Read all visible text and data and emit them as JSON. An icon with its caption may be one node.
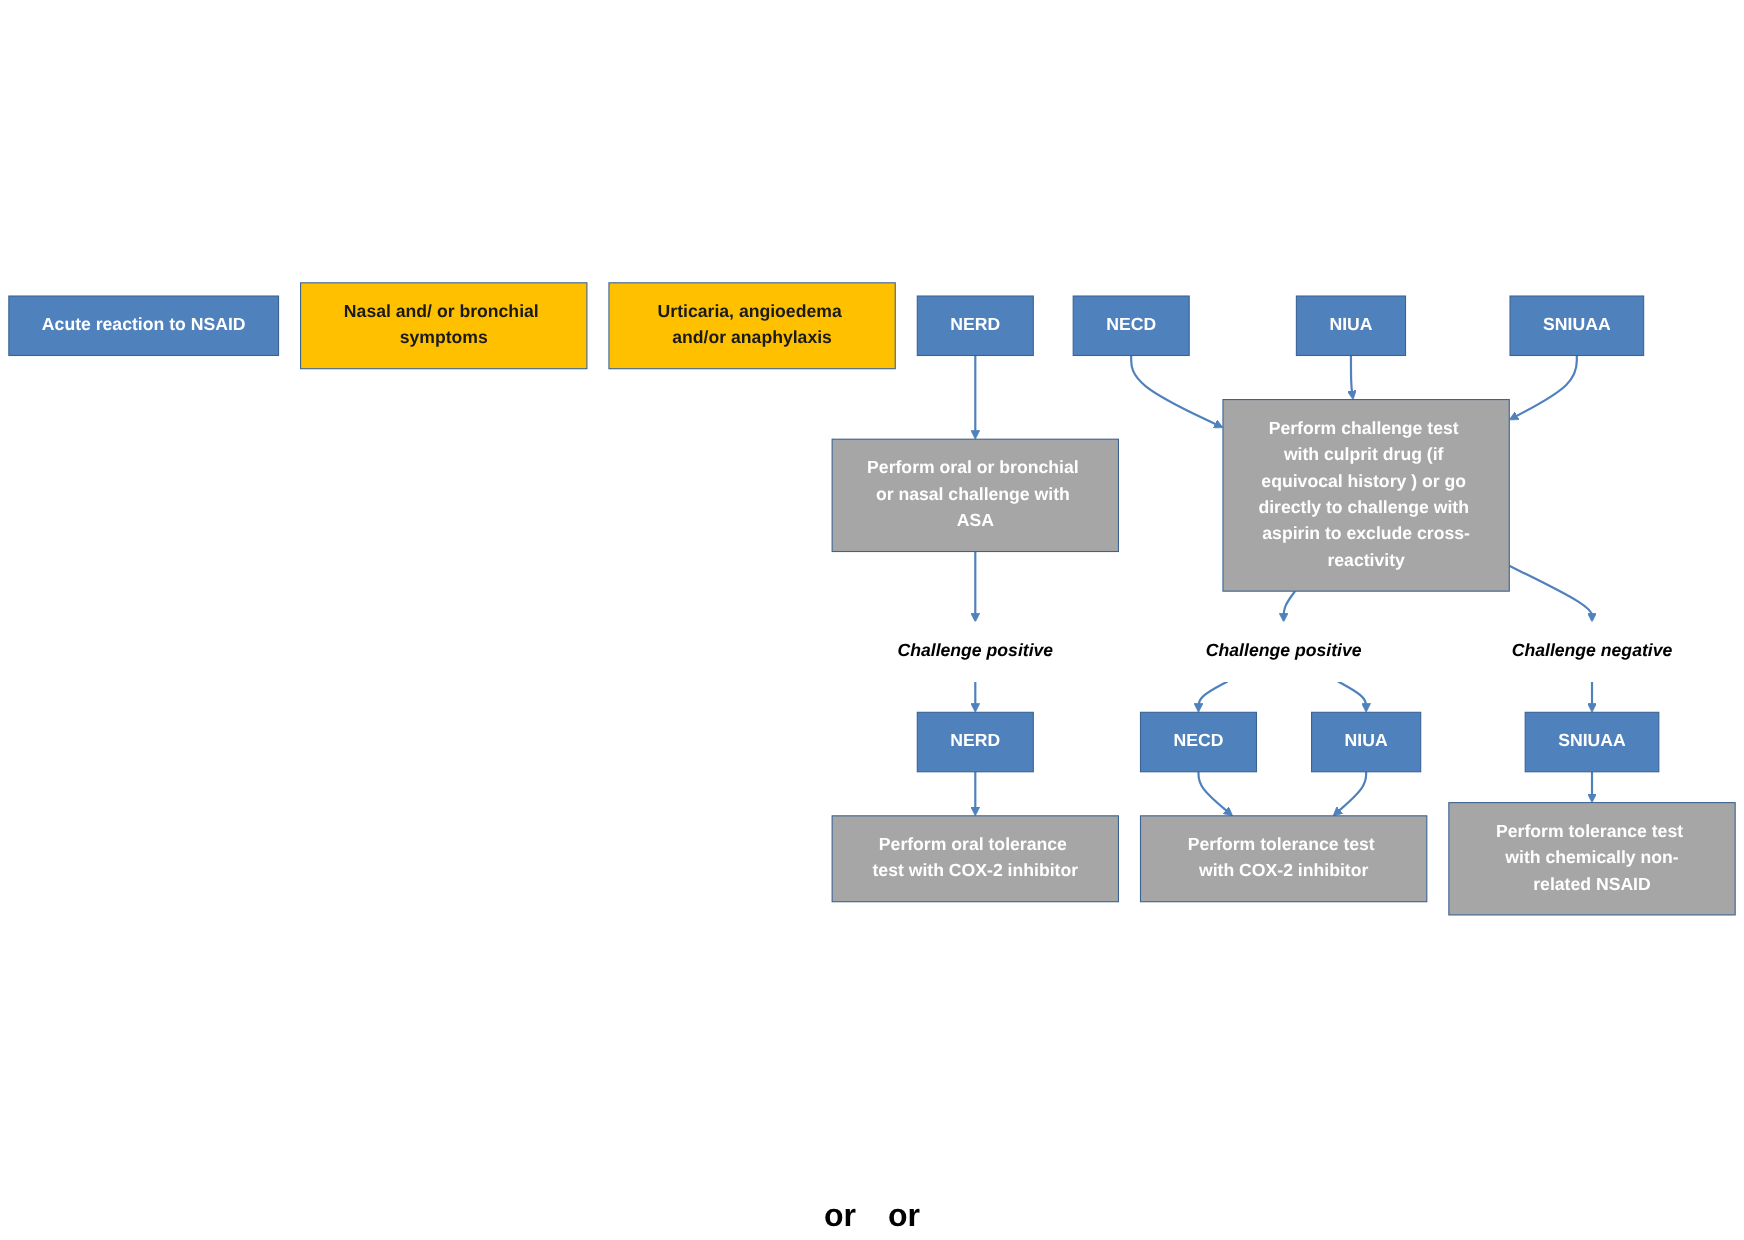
{
  "diagram": {
    "nodes": [
      {
        "text": [
          "Acute reaction to NSAID"
        ]
      },
      {
        "text": [
          "Nasal and/ or bronchial symptoms"
        ]
      },
      {
        "text": [
          "Urticaria, angioedema and/or anaphylaxis"
        ]
      },
      {
        "text": [
          "NERD"
        ]
      },
      {
        "text": [
          "Perform oral or bronchial or nasal challenge with ASA"
        ]
      },
      {
        "text": [
          "Challenge positive"
        ]
      },
      {
        "text": [
          "NERD"
        ]
      },
      {
        "text": [
          "Perform oral tolerance test with COX-2 inhibitor"
        ]
      },
      {
        "text": [
          "NECD"
        ]
      },
      {
        "text": [
          "NIUA"
        ]
      },
      {
        "text": [
          "SNIUAA"
        ]
      },
      {
        "text": [
          "Perform challenge test with culprit drug (if equivocal history ) or go directly to challenge with aspirin to exclude cross-reactivity"
        ]
      },
      {
        "text": [
          "Challenge positive"
        ]
      },
      {
        "text": [
          "Challenge negative"
        ]
      },
      {
        "text": [
          "NECD"
        ]
      },
      {
        "text": [
          "NIUA"
        ]
      },
      {
        "text": [
          "SNIUAA"
        ]
      },
      {
        "text": [
          "Perform tolerance test with COX-2 inhibitor"
        ]
      },
      {
        "text": [
          "Perform tolerance test with chemically non-related NSAID"
        ]
      }
    ],
    "edges": [
      {
        "from": 3,
        "to": 4,
        "arrow": "to"
      },
      {
        "from": 4,
        "to": 5,
        "arrow": "to"
      },
      {
        "from": 5,
        "to": 6,
        "arrow": "to"
      },
      {
        "from": 6,
        "to": 7,
        "arrow": "to"
      },
      {
        "from": 8,
        "to": 11,
        "arrow": "to"
      },
      {
        "from": 9,
        "to": 11,
        "arrow": "to"
      },
      {
        "from": 10,
        "to": 11,
        "arrow": "to"
      },
      {
        "from": 11,
        "to": 12,
        "arrow": "to"
      },
      {
        "from": 11,
        "to": 13,
        "arrow": "to"
      },
      {
        "from": 12,
        "to": 14,
        "arrow": "to"
      },
      {
        "from": 12,
        "to": 15,
        "arrow": "to"
      },
      {
        "from": 13,
        "to": 16,
        "arrow": "to"
      },
      {
        "from": 14,
        "to": 17,
        "arrow": "to"
      },
      {
        "from": 15,
        "to": 17,
        "arrow": "to"
      },
      {
        "from": 16,
        "to": 18,
        "arrow": "to"
      }
    ],
    "labels": [
      "or",
      "or"
    ]
  }
}
